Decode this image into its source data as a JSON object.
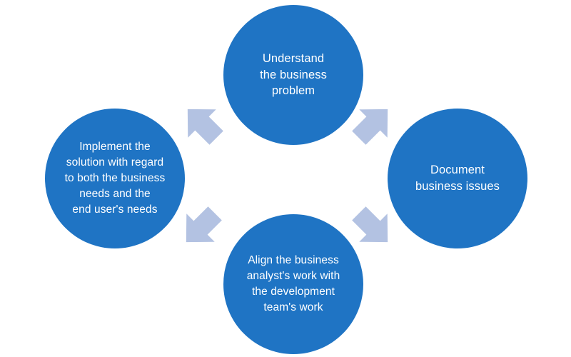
{
  "diagram": {
    "type": "cycle",
    "direction": "clockwise",
    "background_color": "#FFFFFF",
    "node_color": "#1F74C4",
    "node_text_color": "#FFFFFF",
    "arrow_color": "#B3C2E2",
    "nodes": [
      {
        "id": "understand",
        "position": "top",
        "label": "Understand\nthe business\nproblem"
      },
      {
        "id": "document",
        "position": "right",
        "label": "Document\nbusiness issues"
      },
      {
        "id": "align",
        "position": "bottom",
        "label": "Align the business\nanalyst's work with\nthe development\nteam's work"
      },
      {
        "id": "implement",
        "position": "left",
        "label": "Implement the\nsolution with regard\nto both the business\nneeds and the\nend user's needs"
      }
    ],
    "arrows": [
      {
        "id": "implement-to-understand",
        "from": "implement",
        "to": "understand",
        "direction": "up-right"
      },
      {
        "id": "understand-to-document",
        "from": "understand",
        "to": "document",
        "direction": "down-right"
      },
      {
        "id": "document-to-align",
        "from": "document",
        "to": "align",
        "direction": "down-left"
      },
      {
        "id": "align-to-implement",
        "from": "align",
        "to": "implement",
        "direction": "up-left"
      }
    ]
  }
}
